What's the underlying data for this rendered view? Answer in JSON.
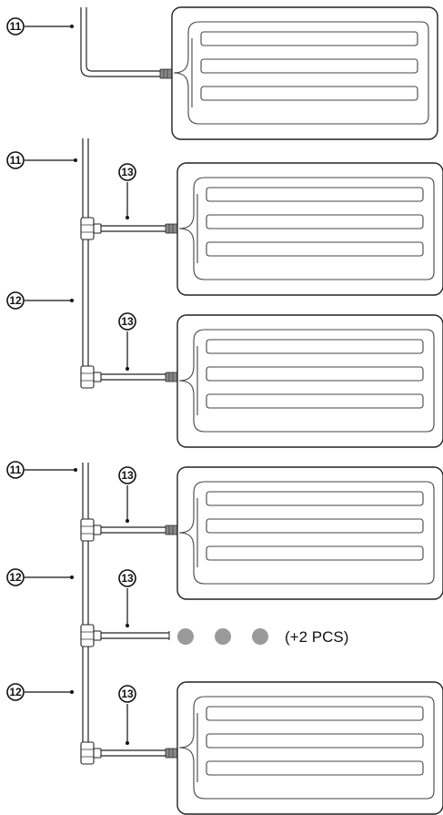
{
  "callouts": [
    {
      "id": "c1",
      "label": "11"
    },
    {
      "id": "c2",
      "label": "11"
    },
    {
      "id": "c3",
      "label": "13"
    },
    {
      "id": "c4",
      "label": "12"
    },
    {
      "id": "c5",
      "label": "13"
    },
    {
      "id": "c6",
      "label": "11"
    },
    {
      "id": "c7",
      "label": "13"
    },
    {
      "id": "c8",
      "label": "12"
    },
    {
      "id": "c9",
      "label": "13"
    },
    {
      "id": "c10",
      "label": "12"
    },
    {
      "id": "c11",
      "label": "13"
    }
  ],
  "extra_note": "(+2 PCS)",
  "icons": [
    "heating-pad",
    "t-connector",
    "wire-connector-plug",
    "placeholder-dot"
  ]
}
